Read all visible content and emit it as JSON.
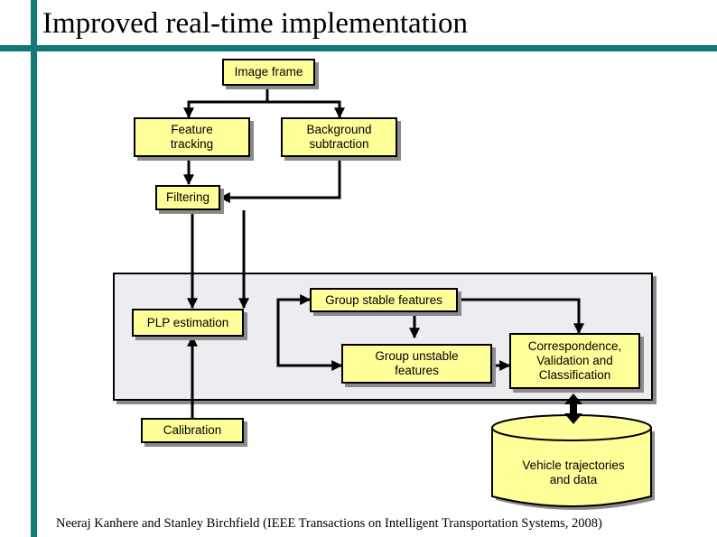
{
  "slide": {
    "title": "Improved real-time implementation",
    "footer": "Neeraj Kanhere and Stanley Birchfield (IEEE Transactions on Intelligent Transportation Systems, 2008)"
  },
  "diagram": {
    "nodes": {
      "image_frame": "Image frame",
      "feature_tracking": "Feature\ntracking",
      "background_subtraction": "Background\nsubtraction",
      "filtering": "Filtering",
      "group_stable": "Group stable features",
      "plp_estimation": "PLP estimation",
      "group_unstable": "Group unstable\nfeatures",
      "correspondence": "Correspondence,\nValidation and\nClassification",
      "calibration": "Calibration",
      "vehicle_data": "Vehicle trajectories\nand data"
    }
  },
  "colors": {
    "accent_bar": "#127a76",
    "box_fill": "#ffff99",
    "panel_fill": "#ededf1",
    "shadow": "#8a8a8a"
  }
}
